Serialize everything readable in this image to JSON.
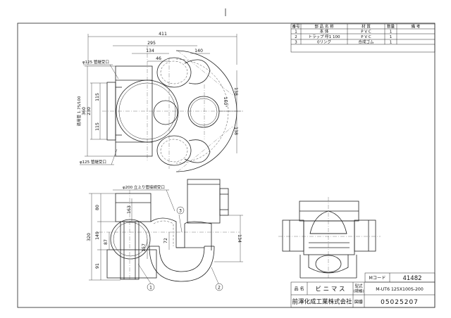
{
  "parts_table": {
    "headers": [
      "番号",
      "部 品 名 称",
      "材 質",
      "数量",
      "備 考"
    ],
    "rows": [
      {
        "no": "1",
        "name": "本 体",
        "material": "P V C",
        "qty": "1",
        "note": ""
      },
      {
        "no": "2",
        "name": "トラップ 呼1 100",
        "material": "P V C",
        "qty": "1",
        "note": ""
      },
      {
        "no": "3",
        "name": "0リング",
        "material": "合成ゴム",
        "qty": "1",
        "note": ""
      }
    ]
  },
  "title_block": {
    "mcode_label": "Mコード",
    "mcode_value": "41482",
    "name_label": "品 名",
    "name_value": "ビ ニ マ ス",
    "model_label_1": "型式",
    "model_label_2": "(規格)",
    "model_value": "M-UT6 125X100S-200",
    "company": "前澤化成工業株式会社",
    "drawing_no_label": "図番",
    "drawing_no_value": "05025207"
  },
  "top_view": {
    "dim_overall": "411",
    "dim_295": "295",
    "dim_134": "134",
    "dim_46": "46",
    "dim_140": "140",
    "dim_160": "160",
    "dim_angle": "160°",
    "dim_138_upper": "138",
    "dim_138_lower": "138",
    "dim_360": "360",
    "dim_230": "230",
    "dim_115_upper": "115",
    "dim_115_lower": "115",
    "pipe_range_label": "適用管 1.75/100",
    "inlet_top_label": "φ125 管継受口",
    "inlet_bottom_label": "φ125 管継受口"
  },
  "front_view": {
    "riser_label": "φ200 立上り管接続受口",
    "dim_80": "80",
    "dim_163": "163",
    "dim_320": "320",
    "dim_149": "149",
    "dim_87": "87",
    "dim_157": "157",
    "dim_72": "72",
    "dim_91": "91",
    "dim_134": "134",
    "callout_1": "1",
    "callout_2": "2",
    "callout_3": "3"
  }
}
